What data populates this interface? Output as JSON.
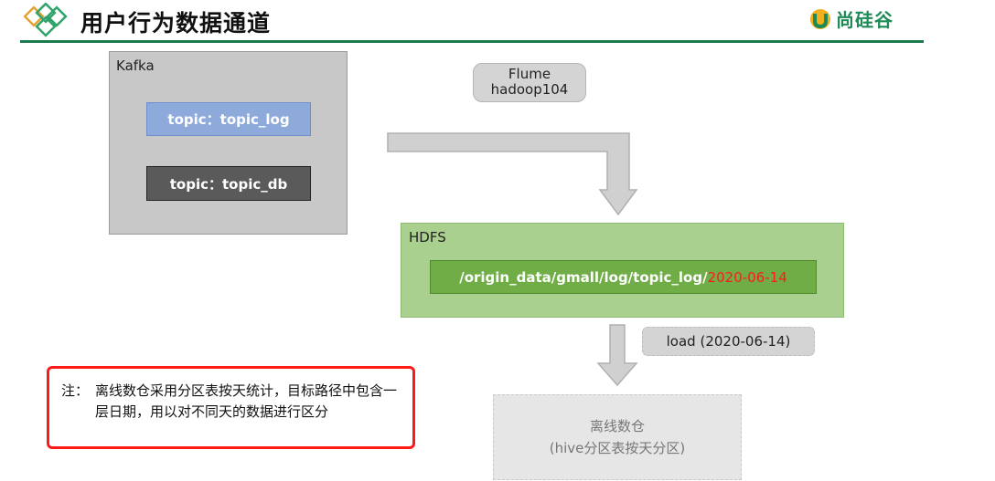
{
  "header": {
    "title": "用户行为数据通道",
    "brand": "尚硅谷",
    "colors": {
      "rule": "#1b7a4e",
      "brand": "#1e8a56"
    }
  },
  "kafka": {
    "label": "Kafka",
    "topic_log": "topic：topic_log",
    "topic_db": "topic：topic_db"
  },
  "flume": {
    "line1": "Flume",
    "line2": "hadoop104"
  },
  "hdfs": {
    "label": "HDFS",
    "path_prefix": "/origin_data/gmall/log/topic_log/",
    "path_date": "2020-06-14",
    "date_color": "#ff1a1a"
  },
  "load": {
    "label": "load (2020-06-14)"
  },
  "note": {
    "prefix": "注：",
    "body": "离线数仓采用分区表按天统计，目标路径中包含一层日期，用以对不同天的数据进行区分"
  },
  "warehouse": {
    "line1": "离线数仓",
    "line2": "(hive分区表按天分区)"
  }
}
